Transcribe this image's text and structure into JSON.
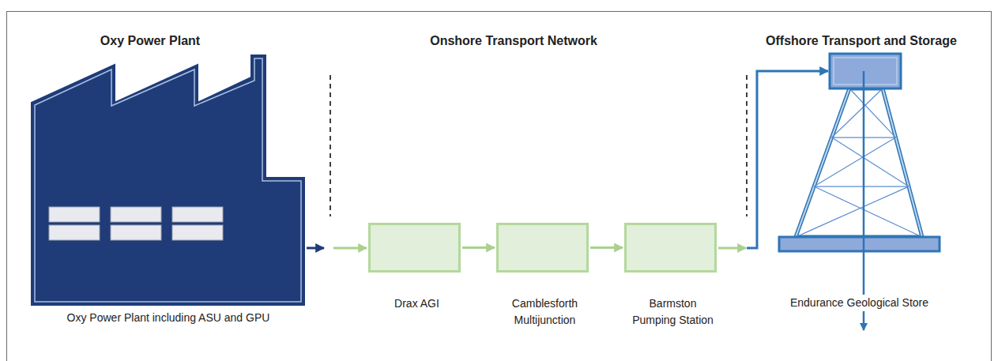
{
  "diagram": {
    "nodes": [
      {
        "text": [
          "Oxy Power Plant including ASU and GPU"
        ]
      },
      {
        "text": [
          "Drax AGI"
        ]
      },
      {
        "text": [
          "Camblesforth Multijunction"
        ]
      },
      {
        "text": [
          "Barmston Pumping Station"
        ]
      },
      {
        "text": [
          "Endurance Geological Store"
        ]
      }
    ],
    "edges": [
      {
        "from": 0,
        "to": 1,
        "arrow": "to"
      },
      {
        "from": 1,
        "to": 2,
        "arrow": "to"
      },
      {
        "from": 2,
        "to": 3,
        "arrow": "to"
      },
      {
        "from": 3,
        "to": 4,
        "arrow": "to"
      }
    ],
    "labels": [
      "Oxy Power Plant",
      "Onshore Transport Network",
      "Offshore Transport and Storage"
    ]
  }
}
